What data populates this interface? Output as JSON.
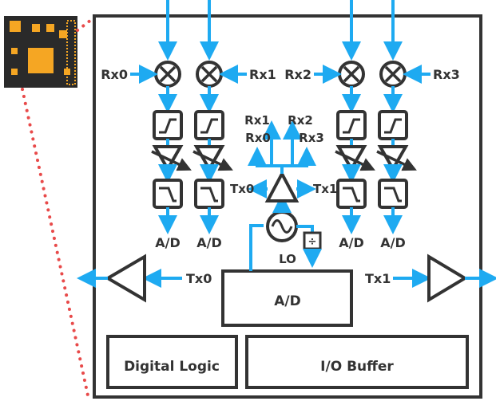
{
  "mixer_labels": [
    "Rx0",
    "Rx1",
    "Rx2",
    "Rx3"
  ],
  "adc_labels": [
    "A/D",
    "A/D",
    "A/D",
    "A/D"
  ],
  "lo_fanout_labels": {
    "top_left": "Rx1",
    "top_right": "Rx2",
    "mid_left": "Rx0",
    "mid_right": "Rx3"
  },
  "pa_labels": {
    "left": "Tx0",
    "right": "Tx1"
  },
  "lo_label": "LO",
  "tx_labels": {
    "left": "Tx0",
    "right": "Tx1"
  },
  "blocks": {
    "adc": "A/D",
    "digital_logic": "Digital Logic",
    "io_buffer": "I/O Buffer"
  },
  "colors": {
    "signal": "#1eaaf1",
    "outline": "#333333",
    "chip_gold": "#f5a623",
    "chip_dark": "#2a2a2a",
    "callout": "#e84a4a"
  },
  "icons": [
    "mixer-icon",
    "low-pass-filter-icon",
    "high-pass-filter-icon",
    "amplifier-icon",
    "oscillator-icon",
    "divider-icon",
    "chip-photo-icon"
  ]
}
